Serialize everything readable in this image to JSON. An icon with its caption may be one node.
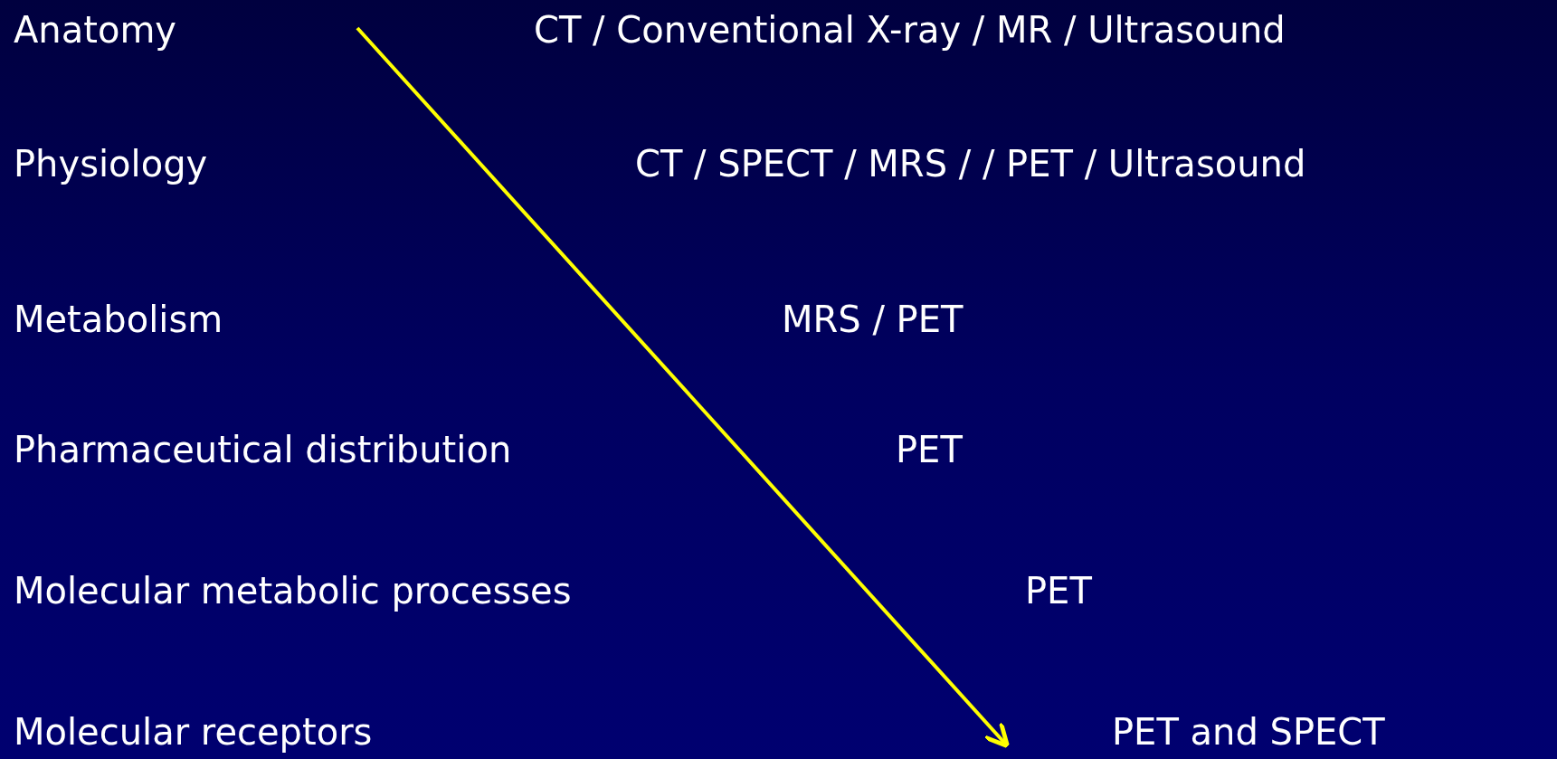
{
  "diagram": {
    "labels": [
      "Anatomy",
      "CT / Conventional X-ray / MR / Ultrasound",
      "Physiology",
      "CT / SPECT / MRS / / PET / Ultrasound",
      "Metabolism",
      "MRS / PET",
      "Pharmaceutical distribution",
      "PET",
      "Molecular metabolic processes",
      "PET",
      "Molecular receptors",
      "PET and SPECT"
    ]
  }
}
